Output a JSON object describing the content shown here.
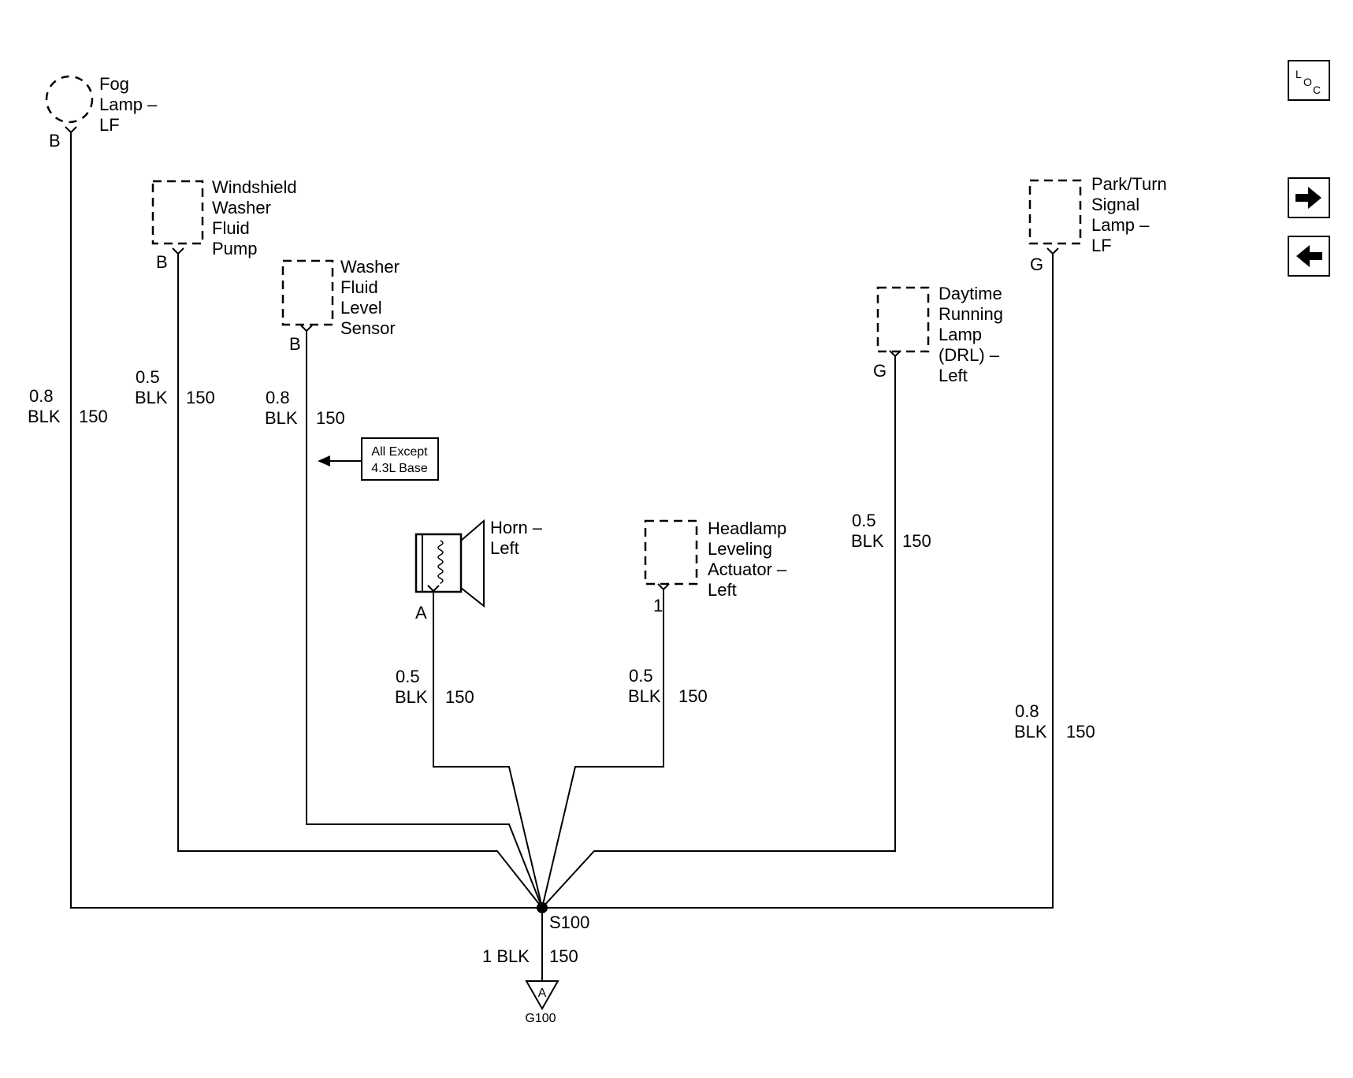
{
  "components": {
    "fog_lamp": [
      "Fog",
      "Lamp –",
      "LF"
    ],
    "washer_pump": [
      "Windshield",
      "Washer",
      "Fluid",
      "Pump"
    ],
    "washer_sensor": [
      "Washer",
      "Fluid",
      "Level",
      "Sensor"
    ],
    "horn": [
      "Horn –",
      "Left"
    ],
    "headlamp_actuator": [
      "Headlamp",
      "Leveling",
      "Actuator –",
      "Left"
    ],
    "drl": [
      "Daytime",
      "Running",
      "Lamp",
      "(DRL) –",
      "Left"
    ],
    "park_turn": [
      "Park/Turn",
      "Signal",
      "Lamp –",
      "LF"
    ]
  },
  "pins": {
    "fog_lamp": "B",
    "washer_pump": "B",
    "washer_sensor": "B",
    "horn": "A",
    "headlamp_actuator": "1",
    "drl": "G",
    "park_turn": "G"
  },
  "wires": {
    "fog_lamp": {
      "gauge": "0.8",
      "color": "BLK",
      "circuit": "150"
    },
    "washer_pump": {
      "gauge": "0.5",
      "color": "BLK",
      "circuit": "150"
    },
    "washer_sensor": {
      "gauge": "0.8",
      "color": "BLK",
      "circuit": "150"
    },
    "horn": {
      "gauge": "0.5",
      "color": "BLK",
      "circuit": "150"
    },
    "headlamp_actuator": {
      "gauge": "0.5",
      "color": "BLK",
      "circuit": "150"
    },
    "drl": {
      "gauge": "0.5",
      "color": "BLK",
      "circuit": "150"
    },
    "park_turn": {
      "gauge": "0.8",
      "color": "BLK",
      "circuit": "150"
    },
    "ground": {
      "label": "1 BLK",
      "circuit": "150"
    }
  },
  "note": [
    "All Except",
    "4.3L Base"
  ],
  "splice": "S100",
  "ground": {
    "terminal": "A",
    "name": "G100"
  },
  "nav": {
    "loc": {
      "l": "L",
      "o": "O",
      "c": "C"
    },
    "next_icon": "arrow-right-icon",
    "prev_icon": "arrow-left-icon"
  }
}
